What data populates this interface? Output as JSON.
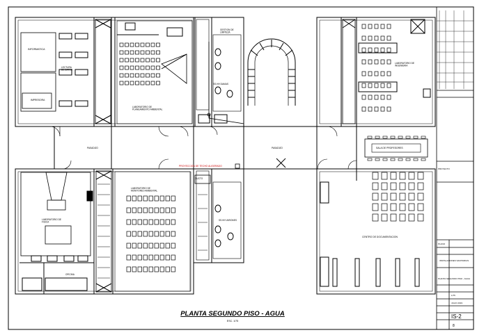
{
  "title": "PLANTA SEGUNDO PISO - AGUA",
  "scale": "ESC. 1/75",
  "rooms": {
    "informatica": "INFORMATICA",
    "lectura": "LECTURA\nDE DATOS",
    "impresora": "IMPRESORA",
    "lab_fisica": "LABORATORIO DE\nFISICA",
    "oficina": "OFICINA",
    "lab_ambiental_top": "LABORATORIO DE\nPLANEAMIENTO AMBIENTAL",
    "lab_ambiental_bottom": "LABORATORIO DE\nMONITOREO AMBIENTAL",
    "ss_damas": "SS.HH DAMAS",
    "ss_varones": "SS.HH VARONES",
    "gestion_top": "GESTION DE\nLIMPIEZA",
    "labs_ingenieria": "LABORATORIO DE\nINGENIERIA",
    "sala_profesores": "SALA DE PROFESORES",
    "centro_documentacion": "CENTRO DE DOCUMENTACION",
    "hall_left": "PASADIZO",
    "hall_right": "PASADIZO",
    "duct": "DUCTO",
    "red_note": "PROYECCION DE TECHO ALIGERADO"
  },
  "title_block": {
    "label_project": "PROYECTO",
    "label_plano": "PLANO",
    "plan_desc": "INSTALACIONES SANITARIAS",
    "sheet_title": "PLANTA SEGUNDO PISO - AGUA",
    "sheet_code": "IS-2",
    "sheet_num": "8",
    "scale_val": "1/75",
    "date_val": "JULIO 2019"
  }
}
